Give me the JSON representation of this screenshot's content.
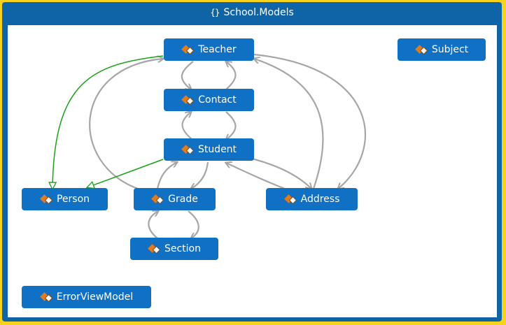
{
  "title": "School.Models",
  "nodes": {
    "teacher": "Teacher",
    "contact": "Contact",
    "student": "Student",
    "person": "Person",
    "grade": "Grade",
    "address": "Address",
    "section": "Section",
    "subject": "Subject",
    "error_view_model": "ErrorViewModel"
  },
  "colors": {
    "outer_frame": "#f7d31d",
    "header": "#0f64a8",
    "node": "#1070c4",
    "reference_edge": "#a6a6a6",
    "inheritance_edge": "#17a317",
    "class_icon": "#e07b1f"
  }
}
